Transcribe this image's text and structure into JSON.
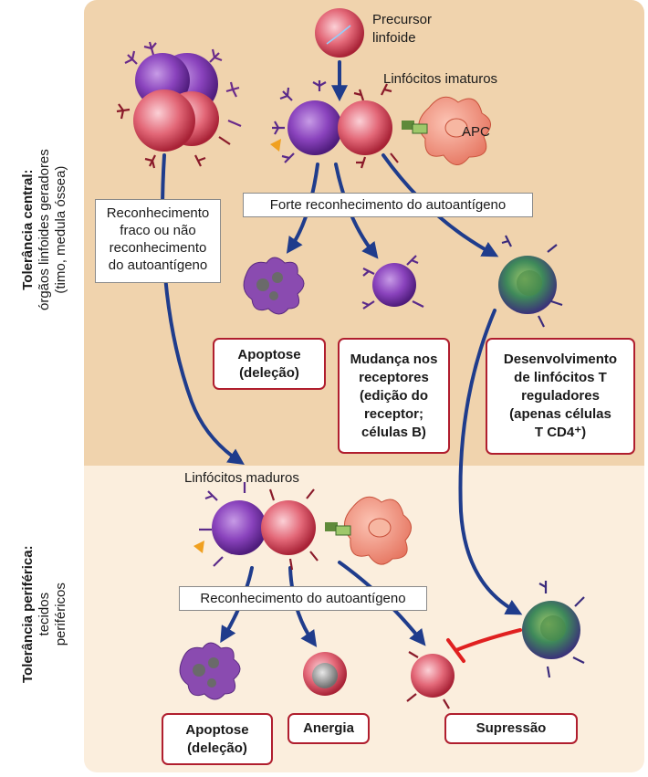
{
  "regions": {
    "central": {
      "title": "Tolerância central:",
      "subtitle_line1": "órgãos linfoides geradores",
      "subtitle_line2": "(timo, medula óssea)"
    },
    "peripheral": {
      "title": "Tolerância periférica:",
      "subtitle_line1": "tecidos",
      "subtitle_line2": "periféricos"
    }
  },
  "labels": {
    "precursor_line1": "Precursor",
    "precursor_line2": "linfoide",
    "immature": "Linfócitos imaturos",
    "apc": "APC",
    "strong_recognition": "Forte reconhecimento do autoantígeno",
    "weak_line1": "Reconhecimento",
    "weak_line2": "fraco ou não",
    "weak_line3": "reconhecimento",
    "weak_line4": "do autoantígeno",
    "mature": "Linfócitos maduros",
    "recognition": "Reconhecimento do autoantígeno"
  },
  "outcomes": {
    "central_apoptosis": [
      "Apoptose",
      "(deleção)"
    ],
    "receptor_change": [
      "Mudança nos",
      "receptores",
      "(edição do",
      "receptor;",
      "células B)"
    ],
    "treg_development": [
      "Desenvolvimento",
      "de linfócitos T",
      "reguladores",
      "(apenas células",
      "T CD4⁺)"
    ],
    "peripheral_apoptosis": [
      "Apoptose",
      "(deleção)"
    ],
    "anergy": [
      "Anergia"
    ],
    "suppression": [
      "Supressão"
    ]
  },
  "colors": {
    "central_bg": "#f0d3ad",
    "peripheral_bg": "#fbeedd",
    "arrow": "#1f3c8c",
    "box_border": "#b01e2e",
    "b_cell": "#7a3aa8",
    "t_cell": "#d8505e",
    "treg": "#2e7a3a",
    "apc": "#f29a86",
    "inhibit": "#e02020"
  }
}
